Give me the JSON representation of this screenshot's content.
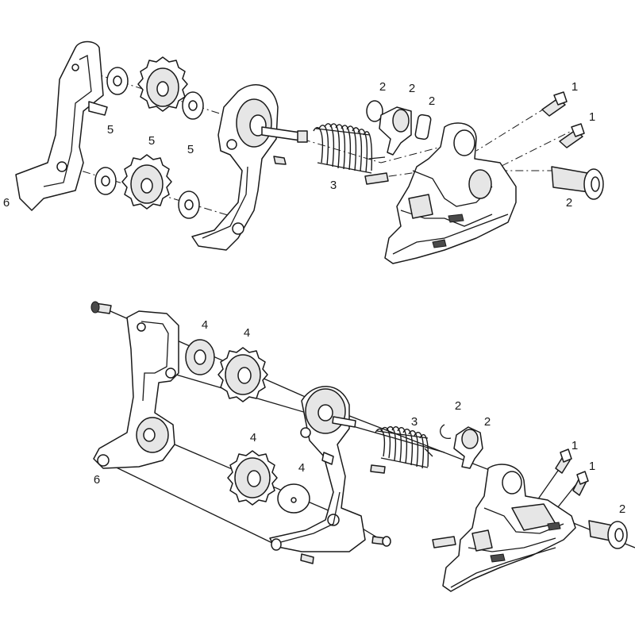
{
  "callouts": {
    "top": {
      "label_1a": "1",
      "label_1b": "1",
      "label_2a": "2",
      "label_2b": "2",
      "label_2c": "2",
      "label_2d": "2",
      "label_3": "3",
      "label_5a": "5",
      "label_5b": "5",
      "label_5c": "5",
      "label_6": "6"
    },
    "bottom": {
      "label_1a": "1",
      "label_1b": "1",
      "label_2a": "2",
      "label_2b": "2",
      "label_2c": "2",
      "label_3": "3",
      "label_4a": "4",
      "label_4b": "4",
      "label_4c": "4",
      "label_4d": "4",
      "label_6": "6"
    }
  },
  "colors": {
    "line": "#1a1a1a",
    "part_fill": "#ffffff",
    "shade": "#e6e6e6",
    "dark": "#4a4a4a"
  }
}
